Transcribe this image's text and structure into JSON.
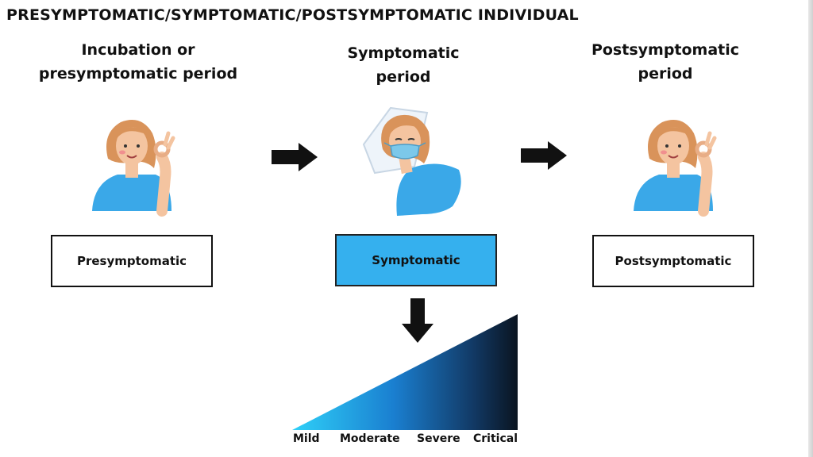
{
  "title": "PRESYMPTOMATIC/SYMPTOMATIC/POSTSYMPTOMATIC  INDIVIDUAL",
  "columns": [
    {
      "heading_line1": "Incubation or",
      "heading_line2": "presymptomatic period",
      "box_label": "Presymptomatic"
    },
    {
      "heading_line1": "Symptomatic",
      "heading_line2": "period",
      "box_label": "Symptomatic"
    },
    {
      "heading_line1": "Postsymptomatic",
      "heading_line2": "period",
      "box_label": "Postsymptomatic"
    }
  ],
  "severity_scale": {
    "levels": [
      "Mild",
      "Moderate",
      "Severe",
      "Critical"
    ]
  },
  "colors": {
    "accent_blue": "#35b0ee",
    "shirt_blue": "#3aa8e8",
    "hair": "#d9935a",
    "skin": "#f4c4a0",
    "gradient_dark": "#0a1420"
  },
  "icons": [
    "woman-ok-gesture-icon",
    "sick-woman-with-mask-icon",
    "arrow-right-icon",
    "arrow-down-icon"
  ]
}
